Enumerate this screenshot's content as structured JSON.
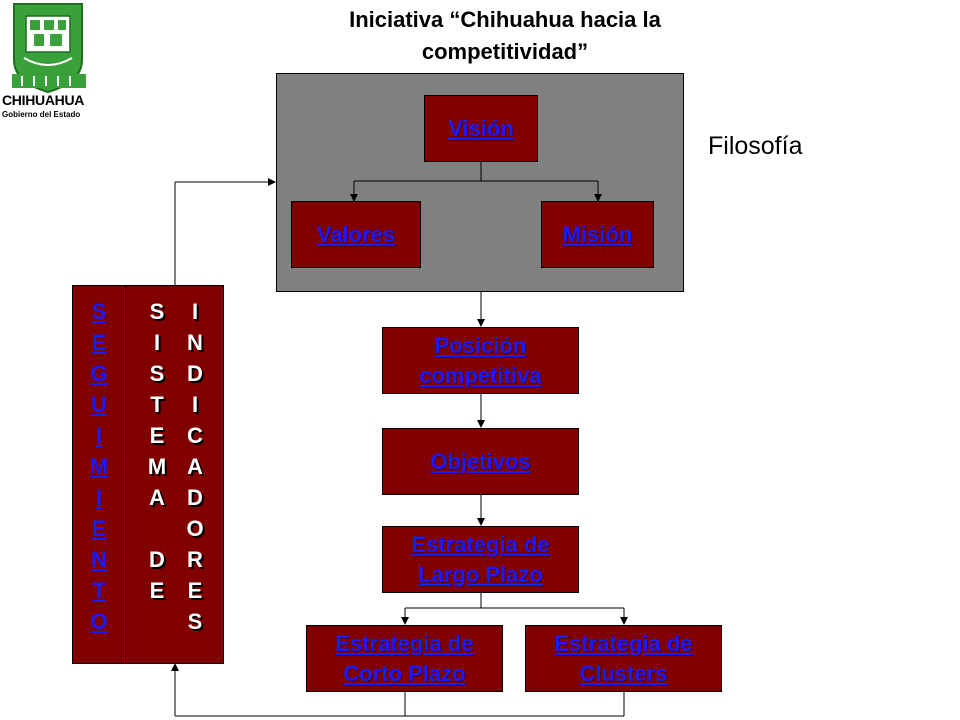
{
  "title": "Iniciativa “Chihuahua hacia la competitividad”",
  "logo": {
    "name": "CHIHUAHUA",
    "subtitle": "Gobierno del Estado"
  },
  "filosofia_label": "Filosofía",
  "nodes": {
    "vision": "Visión",
    "valores": "Valores",
    "mision": "Misión",
    "posicion": "Posición competitiva",
    "objetivos": "Objetivos",
    "largo_plazo": "Estrategia de Largo Plazo",
    "corto_plazo": "Estrategia de Corto Plazo",
    "clusters": "Estrategia de Clusters"
  },
  "side": {
    "seguimiento": [
      "S",
      "E",
      "G",
      "U",
      "I",
      "M",
      "I",
      "E",
      "N",
      "T",
      "O"
    ],
    "sistema": [
      "S",
      "I",
      "S",
      "T",
      "E",
      "M",
      "A",
      "",
      "D",
      "E",
      ""
    ],
    "indicadores": [
      "I",
      "N",
      "D",
      "I",
      "C",
      "A",
      "D",
      "O",
      "R",
      "E",
      "S"
    ]
  },
  "colors": {
    "box": "#800000",
    "panel": "#808080",
    "link": "#1a1aff",
    "logo_green": "#3aa13a"
  }
}
